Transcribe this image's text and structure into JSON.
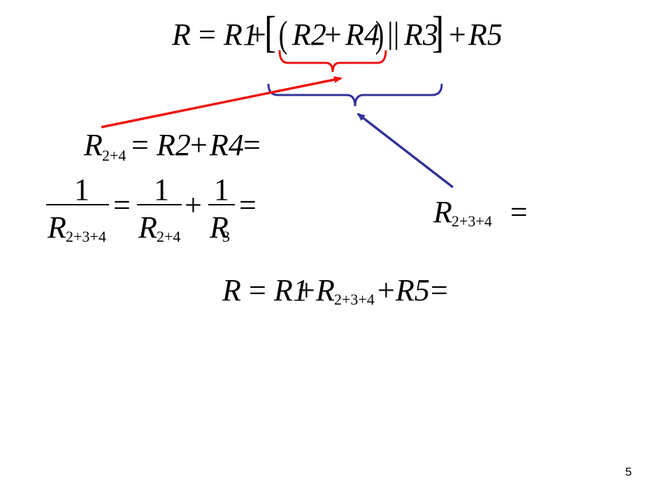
{
  "slide": {
    "page_number": "5"
  },
  "colors": {
    "red": "#ee1111",
    "blue": "#333399",
    "ink": "#000000"
  },
  "eq_top": {
    "lhs": "R",
    "eq": "=",
    "r1": "R1",
    "plus1": "+",
    "lbrack": "[",
    "lparen": "(",
    "r2": "R2",
    "plus2": "+",
    "r4": "R4",
    "rparen": ")",
    "parallel": "||",
    "r3": "R3",
    "rbrack": "]",
    "plus3": "+",
    "r5": "R5"
  },
  "eq_r24": {
    "R": "R",
    "sub": "2+4",
    "eq": "=",
    "r2": "R2",
    "plus": "+",
    "r4": "R4",
    "eq2": "="
  },
  "eq_frac": {
    "num1": "1",
    "den1_R": "R",
    "den1_sub": "2+3+4",
    "eq": "=",
    "num2": "1",
    "den2_R": "R",
    "den2_sub": "2+4",
    "plus": "+",
    "num3": "1",
    "den3_R": "R",
    "den3_sub": "3",
    "eq2": "="
  },
  "eq_r234": {
    "R": "R",
    "sub": "2+3+4",
    "eq": "="
  },
  "eq_final": {
    "lhs": "R",
    "eq": "=",
    "r1": "R1",
    "plus1": "+",
    "R": "R",
    "sub": "2+3+4",
    "plus2": "+",
    "r5": "R5",
    "eq2": "="
  }
}
